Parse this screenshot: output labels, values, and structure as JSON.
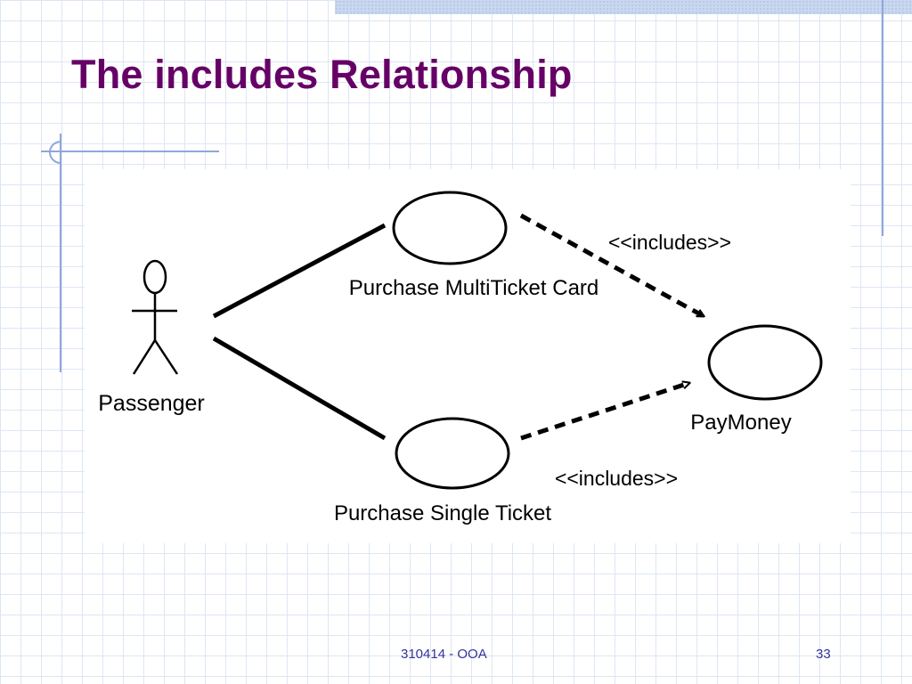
{
  "slide": {
    "title": "The includes Relationship",
    "footer": "310414 - OOA",
    "page_number": "33"
  },
  "diagram": {
    "actor": {
      "label": "Passenger"
    },
    "use_cases": {
      "multi_ticket": {
        "label": "Purchase MultiTicket Card"
      },
      "single_ticket": {
        "label": "Purchase Single Ticket"
      },
      "pay_money": {
        "label": "PayMoney"
      }
    },
    "relationships": {
      "includes_top": {
        "label": "<<includes>>"
      },
      "includes_bottom": {
        "label": "<<includes>>"
      }
    }
  },
  "colors": {
    "title": "#660066",
    "grid": "#dde6f5",
    "accent_line": "#8fa6da",
    "footer": "#333399"
  }
}
